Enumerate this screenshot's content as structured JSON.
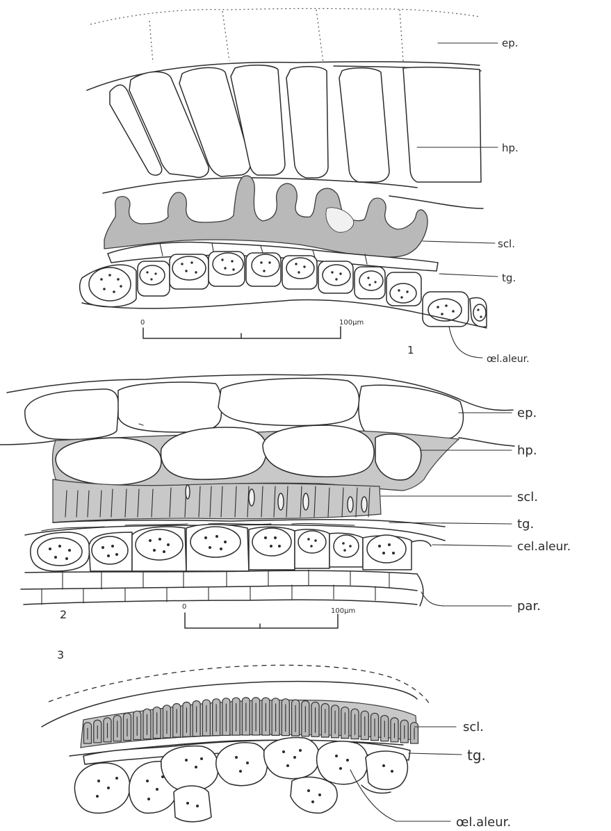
{
  "figure_1": {
    "number": "1",
    "labels": {
      "ep": "ep.",
      "hp": "hp.",
      "scl": "scl.",
      "tg": "tg.",
      "cel_aleur": "œl.aleur."
    },
    "scale_bar": {
      "start": "0",
      "end": "100μm"
    }
  },
  "figure_2": {
    "number": "2",
    "labels": {
      "ep": "ep.",
      "hp": "hp.",
      "scl": "scl.",
      "tg": "tg.",
      "cel_aleur": "cel.aleur.",
      "par": "par."
    },
    "scale_bar": {
      "start": "0",
      "end": "100μm"
    }
  },
  "figure_3": {
    "number": "3",
    "labels": {
      "scl": "scl.",
      "tg": "tg.",
      "cel_aleur": "œl.aleur."
    }
  }
}
